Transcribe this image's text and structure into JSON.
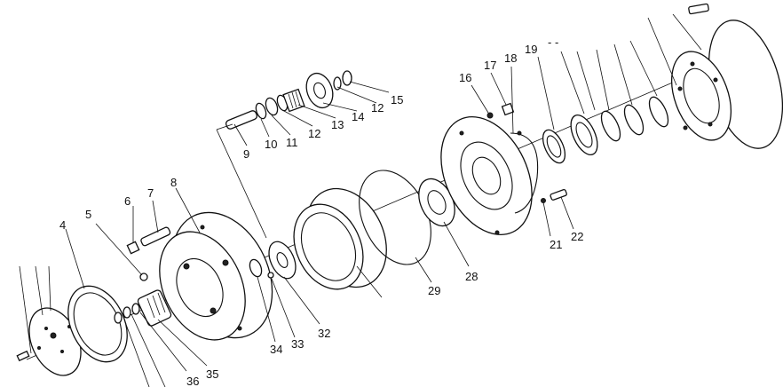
{
  "diagram": {
    "labels": [
      {
        "id": "lbl-4",
        "text": "4"
      },
      {
        "id": "lbl-5",
        "text": "5"
      },
      {
        "id": "lbl-6",
        "text": "6"
      },
      {
        "id": "lbl-7",
        "text": "7"
      },
      {
        "id": "lbl-8",
        "text": "8"
      },
      {
        "id": "lbl-9",
        "text": "9"
      },
      {
        "id": "lbl-10",
        "text": "10"
      },
      {
        "id": "lbl-11",
        "text": "11"
      },
      {
        "id": "lbl-12a",
        "text": "12"
      },
      {
        "id": "lbl-13",
        "text": "13"
      },
      {
        "id": "lbl-14",
        "text": "14"
      },
      {
        "id": "lbl-12b",
        "text": "12"
      },
      {
        "id": "lbl-15",
        "text": "15"
      },
      {
        "id": "lbl-16",
        "text": "16"
      },
      {
        "id": "lbl-17",
        "text": "17"
      },
      {
        "id": "lbl-18",
        "text": "18"
      },
      {
        "id": "lbl-19",
        "text": "19"
      },
      {
        "id": "lbl-21",
        "text": "21"
      },
      {
        "id": "lbl-22",
        "text": "22"
      },
      {
        "id": "lbl-28",
        "text": "28"
      },
      {
        "id": "lbl-29",
        "text": "29"
      },
      {
        "id": "lbl-32",
        "text": "32"
      },
      {
        "id": "lbl-33",
        "text": "33"
      },
      {
        "id": "lbl-34",
        "text": "34"
      },
      {
        "id": "lbl-35",
        "text": "35"
      },
      {
        "id": "lbl-36",
        "text": "36"
      },
      {
        "id": "lbl-dash",
        "text": "- -"
      }
    ]
  }
}
